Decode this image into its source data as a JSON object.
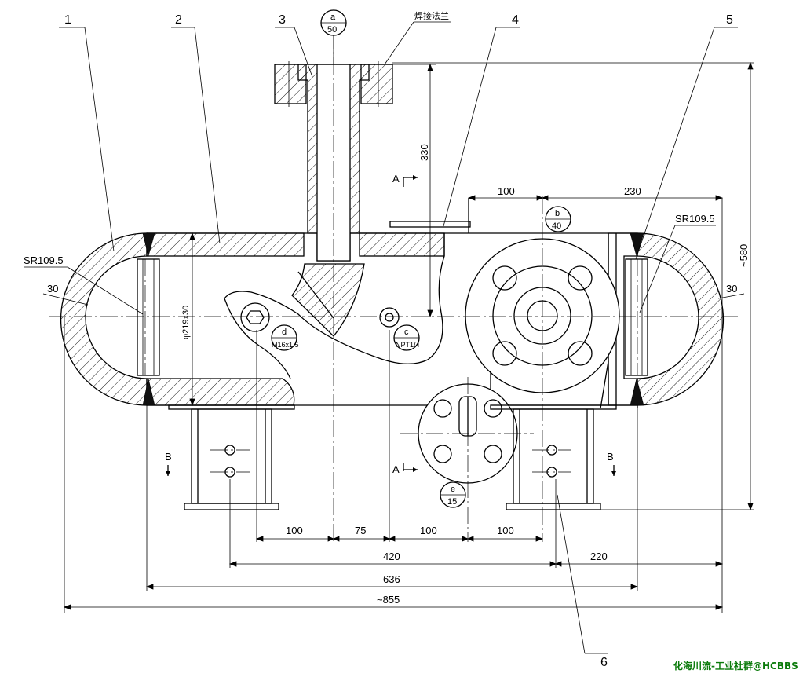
{
  "parts": [
    "1",
    "2",
    "3",
    "4",
    "5",
    "6"
  ],
  "nozzles": [
    {
      "id": "a",
      "size": "50"
    },
    {
      "id": "b",
      "size": "40"
    },
    {
      "id": "c",
      "size": "NPT1/4"
    },
    {
      "id": "d",
      "size": "M16x1.5"
    },
    {
      "id": "e",
      "size": "15"
    }
  ],
  "annotations": {
    "flange_note": "焊接法兰",
    "sr_left": "SR109.5",
    "sr_right": "SR109.5",
    "thk_left": "30",
    "thk_right": "30",
    "diameter": "φ219x30",
    "height_330": "330",
    "height_580": "~580"
  },
  "section_marks": {
    "a": "A",
    "b": "B"
  },
  "dimensions": {
    "top_100": "100",
    "top_230": "230",
    "row1": [
      "100",
      "75",
      "100",
      "100"
    ],
    "row2": [
      "420",
      "220"
    ],
    "row3": "636",
    "row4": "~855"
  },
  "watermark": "化海川流-工业社群@HCBBS"
}
